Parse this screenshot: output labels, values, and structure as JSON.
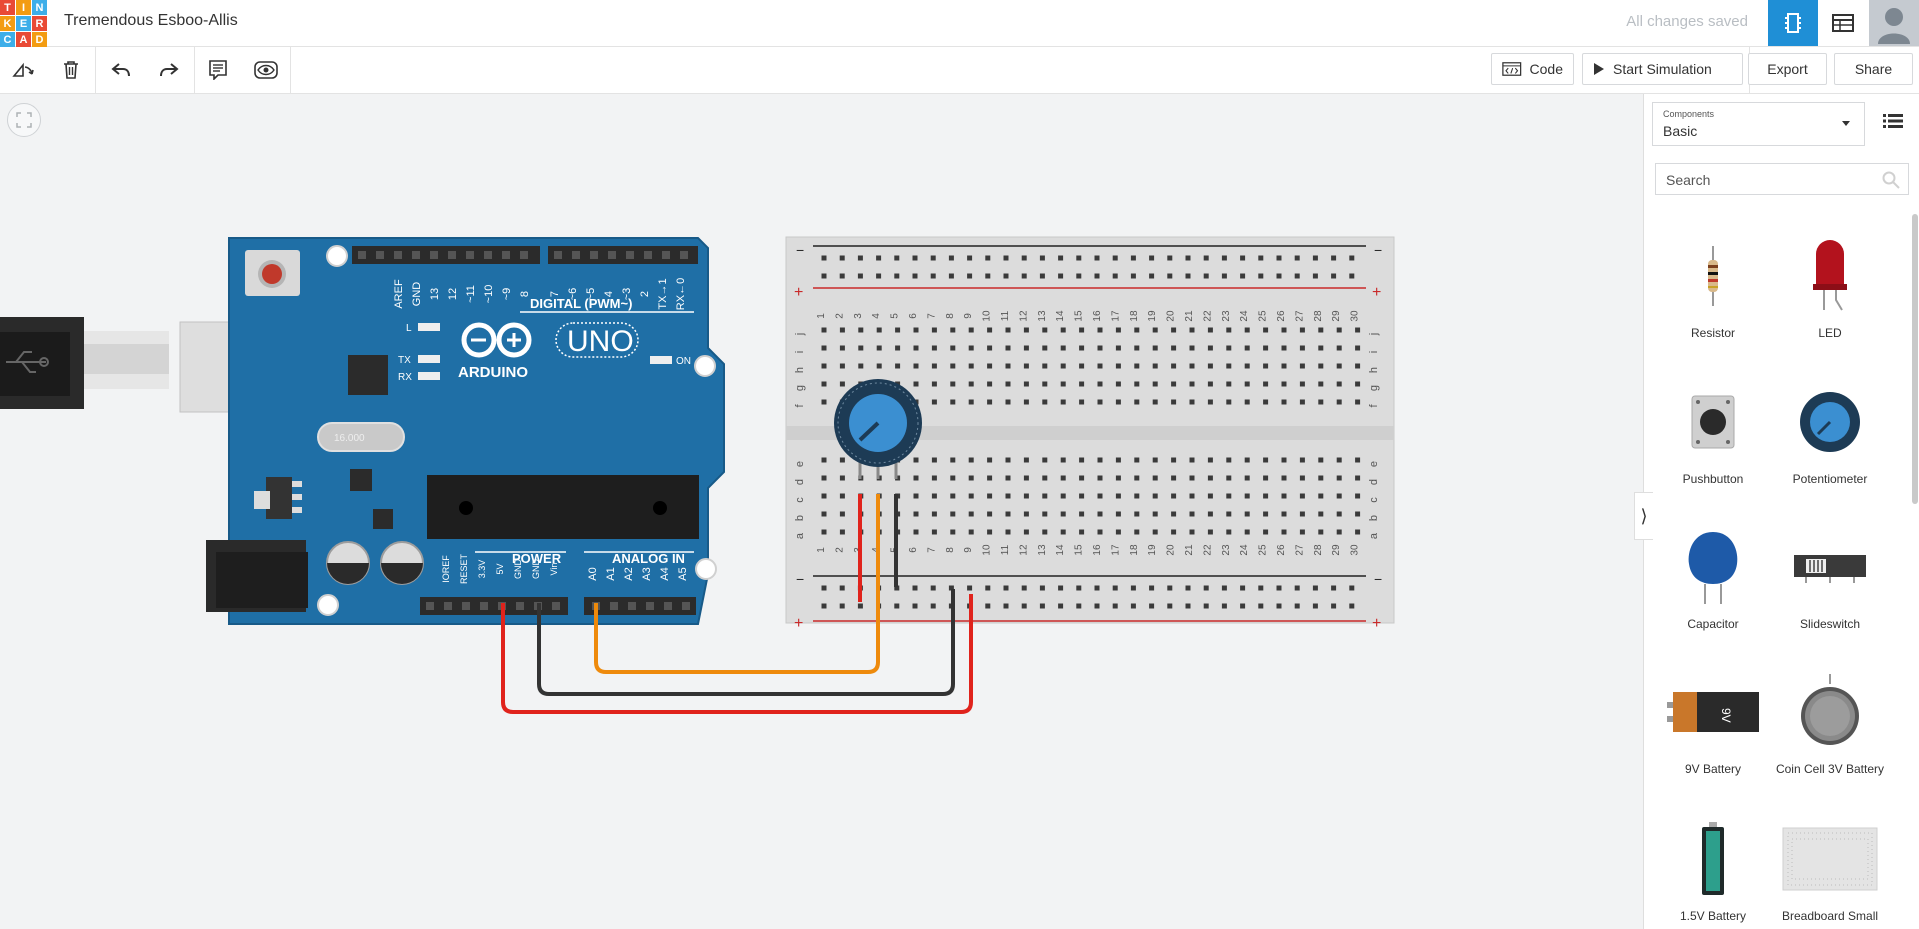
{
  "app": {
    "logo_letters": [
      "T",
      "I",
      "N",
      "K",
      "E",
      "R",
      "C",
      "A",
      "D"
    ],
    "logo_colors": [
      "#e94a35",
      "#f39c12",
      "#3daee9",
      "#f39c12",
      "#3daee9",
      "#e94a35",
      "#3daee9",
      "#e94a35",
      "#f39c12"
    ],
    "project_title": "Tremendous Esboo-Allis",
    "save_status": "All changes saved",
    "accent_color": "#1f8fd6"
  },
  "header": {
    "views": [
      {
        "icon": "circuit-view-icon",
        "active": true
      },
      {
        "icon": "component-list-view-icon",
        "active": false
      }
    ],
    "avatar_icon": "user-avatar-icon"
  },
  "toolbar": {
    "tools": [
      {
        "icon": "rotate-icon"
      },
      {
        "icon": "delete-icon"
      },
      {
        "icon": "undo-icon"
      },
      {
        "icon": "redo-icon"
      },
      {
        "icon": "notes-icon"
      },
      {
        "icon": "visibility-icon"
      }
    ],
    "code_label": "Code",
    "start_simulation_label": "Start Simulation",
    "export_label": "Export",
    "share_label": "Share"
  },
  "canvas": {
    "fit_view_icon": "fit-to-view-icon",
    "arduino": {
      "brand": "ARDUINO",
      "model": "UNO",
      "digital_header_label": "DIGITAL (PWM~)",
      "power_label": "POWER",
      "analog_label": "ANALOG IN",
      "digital_pins": [
        "AREF",
        "GND",
        "13",
        "12",
        "~11",
        "~10",
        "~9",
        "8",
        "7",
        "~6",
        "~5",
        "4",
        "~3",
        "2",
        "TX→1",
        "RX←0"
      ],
      "power_pins": [
        "IOREF",
        "RESET",
        "3.3V",
        "5V",
        "GND",
        "GND",
        "Vin"
      ],
      "analog_pins": [
        "A0",
        "A1",
        "A2",
        "A3",
        "A4",
        "A5"
      ],
      "led_labels": [
        "L",
        "TX",
        "RX",
        "ON"
      ],
      "crystal_label": "16.000"
    },
    "breadboard": {
      "row_letters_top": [
        "j",
        "i",
        "h",
        "g",
        "f"
      ],
      "row_letters_bottom": [
        "e",
        "d",
        "c",
        "b",
        "a"
      ],
      "column_count": 30,
      "rail_minus": "−",
      "rail_plus": "+"
    },
    "wires": [
      {
        "color": "#e0231c",
        "from": "5V",
        "to": "breadboard + rail"
      },
      {
        "color": "#333333",
        "from": "GND",
        "to": "breadboard − rail"
      },
      {
        "color": "#ee8a0c",
        "from": "A0",
        "to": "potentiometer wiper"
      }
    ]
  },
  "sidebar": {
    "components_caption": "Components",
    "components_value": "Basic",
    "list_icon": "list-view-icon",
    "search_placeholder": "Search",
    "search_icon": "search-icon",
    "collapse_icon": "chevron-right-icon",
    "items": [
      {
        "label": "Resistor",
        "icon": "resistor-icon"
      },
      {
        "label": "LED",
        "icon": "led-icon"
      },
      {
        "label": "Pushbutton",
        "icon": "pushbutton-icon"
      },
      {
        "label": "Potentiometer",
        "icon": "potentiometer-icon"
      },
      {
        "label": "Capacitor",
        "icon": "capacitor-icon"
      },
      {
        "label": "Slideswitch",
        "icon": "slideswitch-icon"
      },
      {
        "label": "9V Battery",
        "icon": "9v-battery-icon"
      },
      {
        "label": "Coin Cell 3V Battery",
        "icon": "coin-cell-battery-icon"
      },
      {
        "label": "1.5V Battery",
        "icon": "aa-battery-icon"
      },
      {
        "label": "Breadboard Small",
        "icon": "breadboard-small-icon"
      }
    ],
    "battery_label": "9V"
  }
}
